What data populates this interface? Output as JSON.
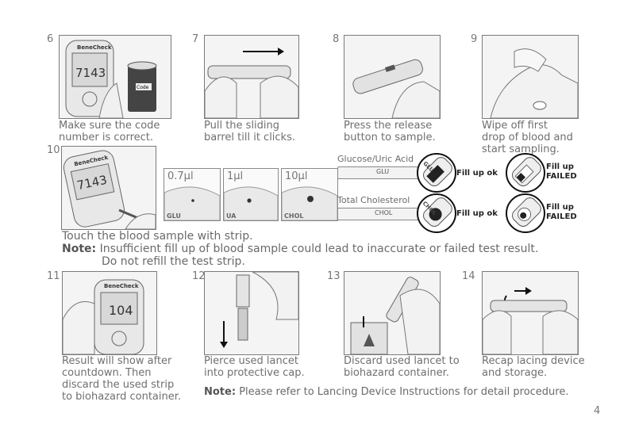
{
  "steps": [
    {
      "num": "6",
      "caption": "Make sure the code\nnumber is correct."
    },
    {
      "num": "7",
      "caption": "Pull the sliding\nbarrel till it clicks."
    },
    {
      "num": "8",
      "caption": "Press the release\nbutton to sample."
    },
    {
      "num": "9",
      "caption": "Wipe off first\ndrop of blood and\nstart sampling."
    },
    {
      "num": "10",
      "caption": "Touch the blood sample with strip."
    },
    {
      "num": "11",
      "caption": "Result will show after\ncountdown. Then\ndiscard the used strip\nto biohazard container."
    },
    {
      "num": "12",
      "caption": "Pierce used lancet\ninto protective cap."
    },
    {
      "num": "13",
      "caption": "Discard used lancet to\nbiohazard container."
    },
    {
      "num": "14",
      "caption": "Recap lacing device\nand storage."
    }
  ],
  "meter": {
    "brand": "BeneCheck",
    "reading_6": "7143",
    "reading_10": "7143",
    "reading_11": "104",
    "code_vial": "Code"
  },
  "volumes": [
    {
      "volume": "0.7µl",
      "strip": "GLU"
    },
    {
      "volume": "1µl",
      "strip": "UA"
    },
    {
      "volume": "10µl",
      "strip": "CHOL"
    }
  ],
  "strips": {
    "glucose_label": "Glucose/Uric Acid",
    "glucose_code": "GLU",
    "chol_label": "Total Cholesterol",
    "chol_code": "CHOL",
    "fill_ok": "Fill up ok",
    "fill_failed_line1": "Fill up",
    "fill_failed_line2": "FAILED",
    "mag_glu": "GLU",
    "mag_chol": "CHOL"
  },
  "note1": {
    "label": "Note:",
    "line1": "Insufficient fill up of blood sample could lead to inaccurate or failed test result.",
    "line2": "Do not refill the test strip."
  },
  "note2": {
    "label": "Note:",
    "text": "Please refer to Lancing Device Instructions for detail procedure."
  },
  "page_number": "4"
}
